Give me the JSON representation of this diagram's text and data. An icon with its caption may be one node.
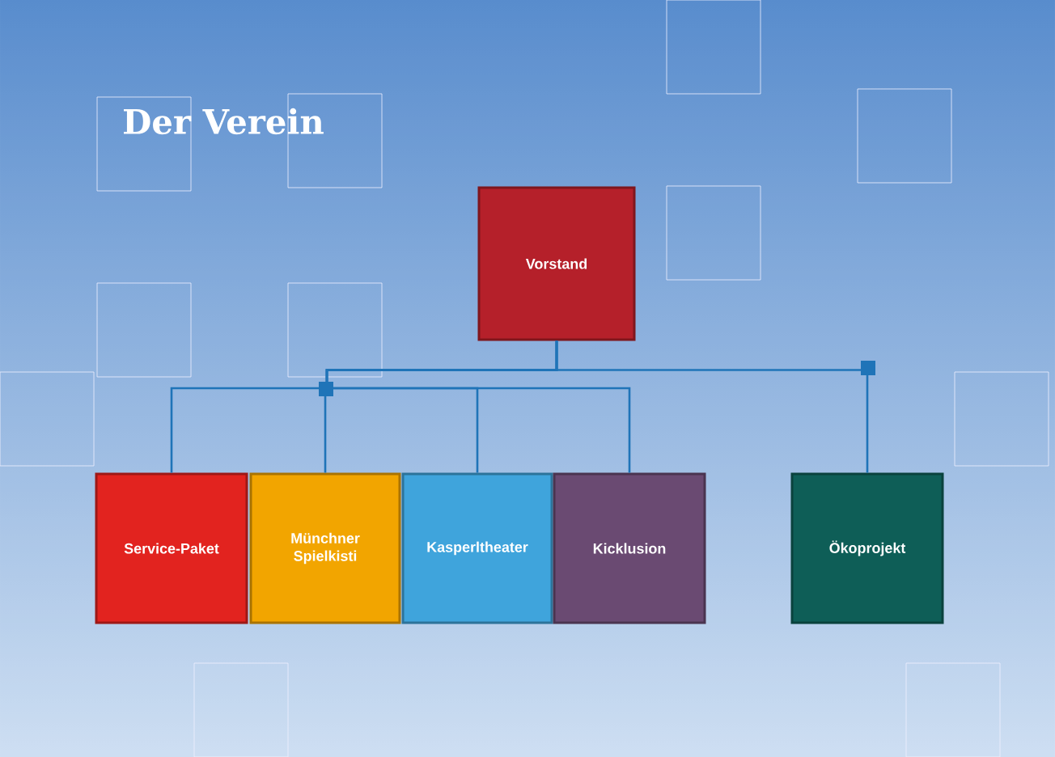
{
  "diagram": {
    "title": "Der Verein",
    "nodes": [
      {
        "text": [
          "Vorstand"
        ]
      },
      {
        "text": [
          "Service-Paket"
        ]
      },
      {
        "text": [
          "Münchner Spielkisti"
        ]
      },
      {
        "text": [
          "Kasperltheater"
        ]
      },
      {
        "text": [
          "Kicklusion"
        ]
      },
      {
        "text": [
          "Ökoprojekt"
        ]
      }
    ],
    "edges": [
      {
        "from": 0,
        "to": 1,
        "arrow": "none"
      },
      {
        "from": 0,
        "to": 2,
        "arrow": "none"
      },
      {
        "from": 0,
        "to": 3,
        "arrow": "none"
      },
      {
        "from": 0,
        "to": 4,
        "arrow": "none"
      },
      {
        "from": 0,
        "to": 5,
        "arrow": "none"
      }
    ]
  }
}
